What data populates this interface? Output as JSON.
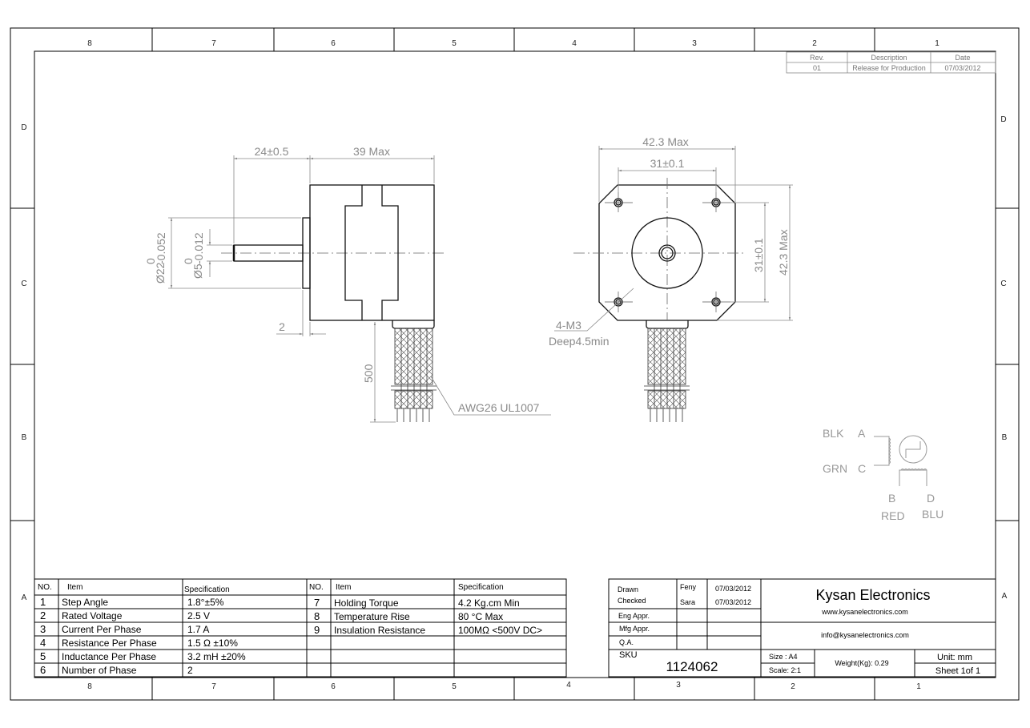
{
  "zones": {
    "columns": [
      "8",
      "7",
      "6",
      "5",
      "4",
      "3",
      "2",
      "1"
    ],
    "rows": [
      "D",
      "C",
      "B",
      "A"
    ]
  },
  "revision_table": {
    "headers": [
      "Rev.",
      "Description",
      "Date"
    ],
    "rows": [
      [
        "01",
        "Release for Production",
        "07/03/2012"
      ]
    ]
  },
  "side_view": {
    "dim_shaft_length": "24±0.5",
    "dim_body_length": "39 Max",
    "dim_flange_dia": "Ø22",
    "dim_flange_tol_upper": "0",
    "dim_flange_tol_lower": "-0.052",
    "dim_shaft_dia": "Ø5",
    "dim_shaft_tol_upper": "0",
    "dim_shaft_tol_lower": "-0.012",
    "dim_flange_thickness": "2",
    "dim_lead_length": "500",
    "wire_label": "AWG26  UL1007"
  },
  "front_view": {
    "dim_width": "42.3 Max",
    "dim_hole_spacing_h": "31±0.1",
    "dim_hole_spacing_v": "31±0.1",
    "dim_height": "42.3 Max",
    "hole_label": "4-M3",
    "hole_depth": "Deep4.5min"
  },
  "wiring": {
    "a_color": "BLK",
    "a_pin": "A",
    "c_color": "GRN",
    "c_pin": "C",
    "b_pin": "B",
    "b_color": "RED",
    "d_pin": "D",
    "d_color": "BLU"
  },
  "spec_table": {
    "headers": [
      "NO.",
      "Item",
      "Specification",
      "NO.",
      "Item",
      "Specification"
    ],
    "left": [
      [
        "1",
        "Step Angle",
        "1.8°±5%"
      ],
      [
        "2",
        "Rated Voltage",
        "2.5 V"
      ],
      [
        "3",
        "Current Per Phase",
        "1.7 A"
      ],
      [
        "4",
        "Resistance Per Phase",
        "1.5 Ω  ±10%"
      ],
      [
        "5",
        "Inductance Per Phase",
        "3.2 mH ±20%"
      ],
      [
        "6",
        "Number of Phase",
        "2"
      ]
    ],
    "right": [
      [
        "7",
        "Holding Torque",
        "4.2 Kg.cm  Min"
      ],
      [
        "8",
        "Temperature Rise",
        " 80 °C Max"
      ],
      [
        "9",
        "Insulation Resistance",
        "100MΩ <500V DC>"
      ]
    ]
  },
  "title_block": {
    "drawn_label": "Drawn",
    "drawn_by": "Feny",
    "drawn_date": "07/03/2012",
    "checked_label": "Checked",
    "checked_by": "Sara",
    "checked_date": "07/03/2012",
    "eng_label": "Eng Appr.",
    "mfg_label": "Mfg Appr.",
    "qa_label": "Q.A.",
    "company": "Kysan Electronics",
    "website": "www.kysanelectronics.com",
    "email": "info@kysanelectronics.com",
    "sku_label": "SKU",
    "sku": "1124062",
    "size": "Size : A4",
    "scale": "Scale: 2:1",
    "weight": "Weight(Kg):  0.29",
    "unit": "Unit: mm",
    "sheet": "Sheet 1of 1"
  }
}
